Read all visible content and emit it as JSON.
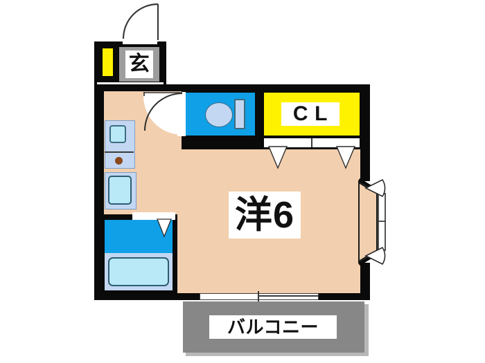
{
  "plan": {
    "kind": "apartment-floor-plan",
    "unit_type": "1R",
    "background": "#ffffff"
  },
  "rooms": [
    {
      "id": "entrance",
      "label": "玄",
      "name_en": "entrance",
      "fill": "#9d9d9d",
      "text_bg": "#ffffff"
    },
    {
      "id": "western-room",
      "label": "洋6",
      "name_en": "western-style-room-6-tatami",
      "fill": "#f2cfae",
      "text_bg": "#ffffff"
    },
    {
      "id": "closet",
      "label": "C L",
      "name_en": "closet",
      "fill": "#fff200",
      "text_bg": "#ffffff"
    },
    {
      "id": "balcony",
      "label": "バルコニー",
      "name_en": "balcony",
      "fill": "#878787",
      "text_bg": "#ffffff"
    },
    {
      "id": "toilet",
      "label": "",
      "name_en": "toilet",
      "fill": "#0fa0e8"
    },
    {
      "id": "unit-bath",
      "label": "",
      "name_en": "unit-bath",
      "fill": "#0fa0e8"
    }
  ],
  "fixtures": [
    {
      "id": "shoe-box",
      "name_en": "shoe-cabinet",
      "fill": "#fff200"
    },
    {
      "id": "toilet-bowl",
      "name_en": "toilet-bowl",
      "fill": "#c3d7f2"
    },
    {
      "id": "toilet-tank",
      "name_en": "toilet-tank",
      "fill": "#c3d7f2"
    },
    {
      "id": "kitchen-stove",
      "name_en": "gas-stove",
      "fill": "#c3d7f2"
    },
    {
      "id": "kitchen-sink",
      "name_en": "kitchen-sink",
      "fill": "#b9e8f7"
    },
    {
      "id": "bath-tub",
      "name_en": "bath-tub",
      "fill": "#b9e8f7"
    },
    {
      "id": "bay-window",
      "name_en": "bay-window",
      "fill": "#f2cfae"
    },
    {
      "id": "balcony-door",
      "name_en": "sliding-glass-door",
      "fill": "#ffffff"
    }
  ],
  "colors": {
    "wall": "#0a0a0a",
    "room_floor": "#f2cfae",
    "closet_yellow": "#fff200",
    "water_blue": "#0fa0e8",
    "fixture_lightblue": "#b9e8f7",
    "balcony_gray": "#878787",
    "entrance_gray": "#9d9d9d",
    "text": "#111111"
  }
}
